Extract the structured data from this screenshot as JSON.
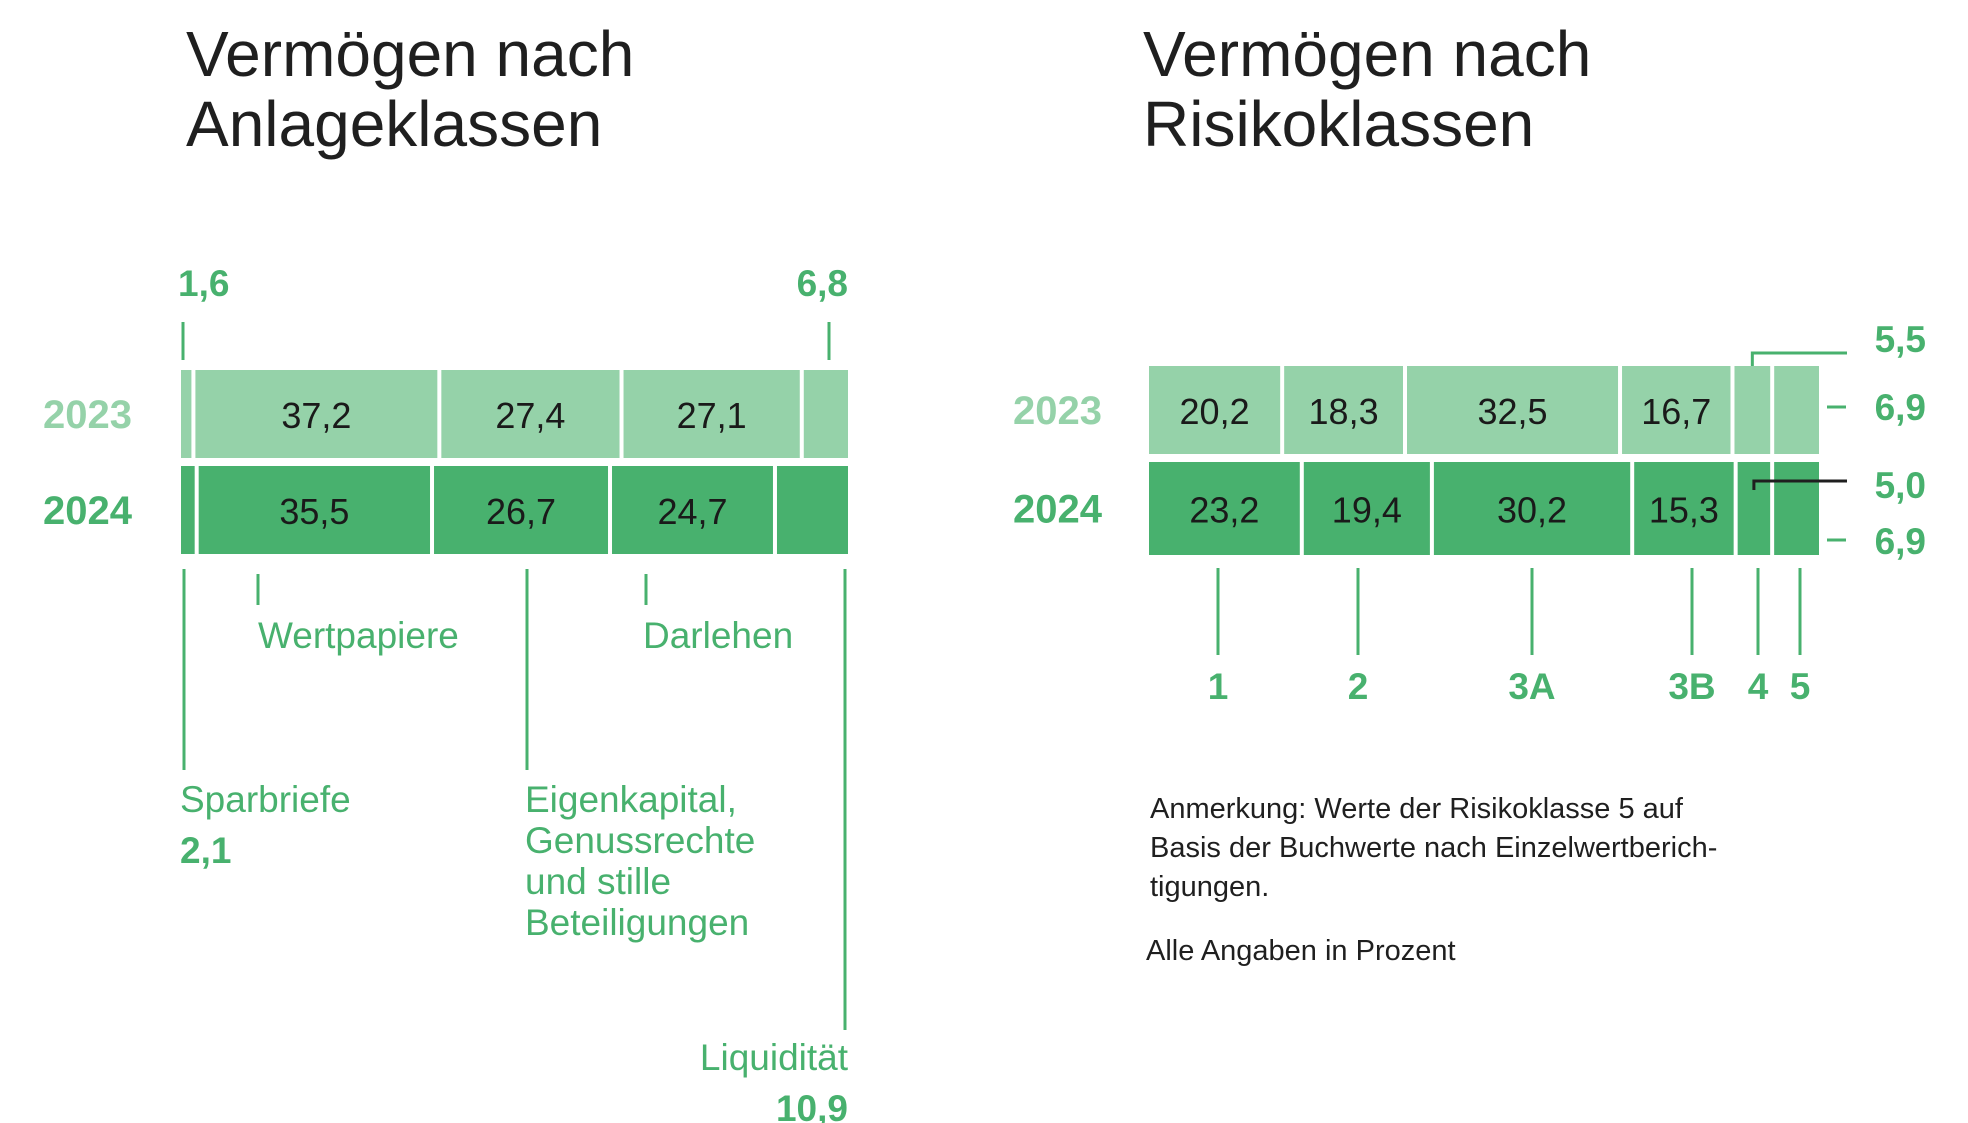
{
  "colors": {
    "light": "#95d2a9",
    "dark": "#48b16e",
    "text_green": "#48b16e",
    "text_light": "#95d2a9",
    "ink": "#1f1f1f"
  },
  "note": {
    "line1": "Anmerkung: Werte der Risikoklasse 5 auf",
    "line2": "Basis der Buchwerte nach Einzelwertberich-",
    "line3": "tigungen.",
    "unit": "Alle Angaben in Prozent"
  },
  "chart_data": [
    {
      "type": "bar",
      "orientation": "horizontal-stacked-100",
      "title_lines": [
        "Vermögen nach",
        "Anlageklassen"
      ],
      "categories": [
        "Sparbriefe",
        "Wertpapiere",
        "Eigenkapital, Genussrechte und stille Beteiligungen",
        "Darlehen",
        "Liquidität"
      ],
      "series": [
        {
          "name": "2023",
          "values": [
            1.6,
            37.2,
            27.4,
            27.1,
            6.8
          ],
          "labels": [
            "1,6",
            "37,2",
            "27,4",
            "27,1",
            "6,8"
          ]
        },
        {
          "name": "2024",
          "values": [
            2.1,
            35.5,
            26.7,
            24.7,
            10.9
          ],
          "labels": [
            "2,1",
            "35,5",
            "26,7",
            "24,7",
            "10,9"
          ]
        }
      ],
      "category_labels": [
        {
          "lines": [
            "Sparbriefe"
          ],
          "value": "2,1"
        },
        {
          "lines": [
            "Wertpapiere"
          ]
        },
        {
          "lines": [
            "Eigenkapital,",
            "Genussrechte",
            "und stille",
            "Beteiligungen"
          ]
        },
        {
          "lines": [
            "Darlehen"
          ]
        },
        {
          "lines": [
            "Liquidität"
          ],
          "value": "10,9"
        }
      ]
    },
    {
      "type": "bar",
      "orientation": "horizontal-stacked-100",
      "title_lines": [
        "Vermögen nach",
        "Risikoklassen"
      ],
      "categories": [
        "1",
        "2",
        "3A",
        "3B",
        "4",
        "5"
      ],
      "series": [
        {
          "name": "2023",
          "values": [
            20.2,
            18.3,
            32.5,
            16.7,
            5.5,
            6.9
          ],
          "labels": [
            "20,2",
            "18,3",
            "32,5",
            "16,7",
            "5,5",
            "6,9"
          ]
        },
        {
          "name": "2024",
          "values": [
            23.2,
            19.4,
            30.2,
            15.3,
            5.0,
            6.9
          ],
          "labels": [
            "23,2",
            "19,4",
            "30,2",
            "15,3",
            "5,0",
            "6,9"
          ]
        }
      ]
    }
  ]
}
